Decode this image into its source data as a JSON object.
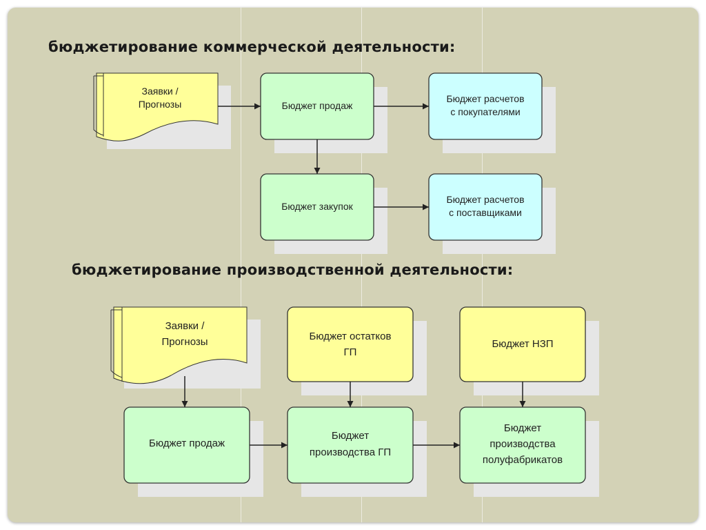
{
  "sections": {
    "commercial_title": "бюджетирование коммерческой деятельности:",
    "production_title": "бюджетирование производственной деятельности:"
  },
  "commercial": {
    "doc_line1": "Заявки /",
    "doc_line2": "Прогнозы",
    "sales": "Бюджет продаж",
    "customers_line1": "Бюджет расчетов",
    "customers_line2": "с покупателями",
    "purchases": "Бюджет закупок",
    "suppliers_line1": "Бюджет расчетов",
    "suppliers_line2": "с поставщиками"
  },
  "production": {
    "doc_line1": "Заявки /",
    "doc_line2": "Прогнозы",
    "stock_line1": "Бюджет остатков",
    "stock_line2": "ГП",
    "wip": "Бюджет НЗП",
    "sales": "Бюджет продаж",
    "prod_fg_line1": "Бюджет",
    "prod_fg_line2": "производства ГП",
    "semi_line1": "Бюджет",
    "semi_line2": "производства",
    "semi_line3": "полуфабрикатов"
  },
  "colors": {
    "background": "#d3d2b6",
    "yellow": "#ffff99",
    "green": "#ccffcc",
    "cyan": "#ccffff",
    "shadow": "#e6e6e6"
  }
}
